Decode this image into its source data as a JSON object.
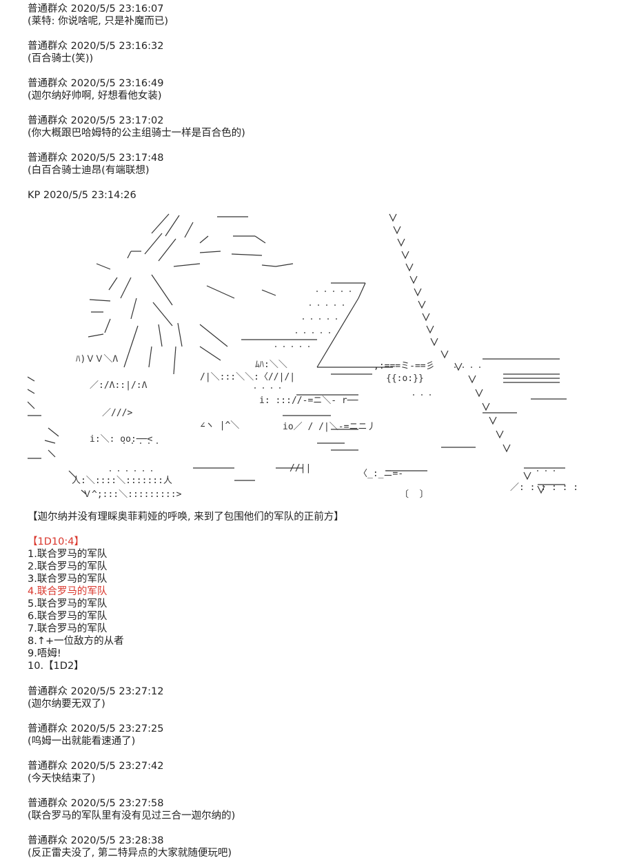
{
  "chat_top": [
    {
      "header": "普通群众 2020/5/5 23:16:07",
      "message": "(莱特: 你说啥呢, 只是补魔而已)"
    },
    {
      "header": "普通群众 2020/5/5 23:16:32",
      "message": "(百合骑士(笑))"
    },
    {
      "header": "普通群众 2020/5/5 23:16:49",
      "message": "(迦尔纳好帅啊, 好想看他女装)"
    },
    {
      "header": "普通群众 2020/5/5 23:17:02",
      "message": "(你大概跟巴哈姆特的公主组骑士一样是百合色的)"
    },
    {
      "header": "普通群众 2020/5/5 23:17:48",
      "message": "(白百合骑士迪昂(有端联想)"
    }
  ],
  "kp_header": "KP 2020/5/5 23:14:26",
  "narration": "【迦尔纳并没有理睬奥菲莉娅的呼唤, 来到了包围他们的军队的正前方】",
  "dice": {
    "label": "【1D10:4】",
    "options": [
      "1.联合罗马的军队",
      "2.联合罗马的军队",
      "3.联合罗马的军队",
      "4.联合罗马的军队",
      "5.联合罗马的军队",
      "6.联合罗马的军队",
      "7.联合罗马的军队",
      "8.↑+一位敌方的从者",
      "9.唔姆!",
      "10.【1D2】"
    ],
    "highlight_color": "#d9362c"
  },
  "chat_bottom": [
    {
      "header": "普通群众 2020/5/5 23:27:12",
      "message": "(迦尔纳要无双了)"
    },
    {
      "header": "普通群众 2020/5/5 23:27:25",
      "message": "(呜姆一出就能看速通了)"
    },
    {
      "header": "普通群众 2020/5/5 23:27:42",
      "message": "(今天快结束了)"
    },
    {
      "header": "普通群众 2020/5/5 23:27:58",
      "message": "(联合罗马的军队里有没有见过三合一迦尔纳的)"
    },
    {
      "header": "普通群众 2020/5/5 23:28:38",
      "message": "(反正雷夫没了, 第二特异点的大家就随便玩吧)"
    }
  ]
}
